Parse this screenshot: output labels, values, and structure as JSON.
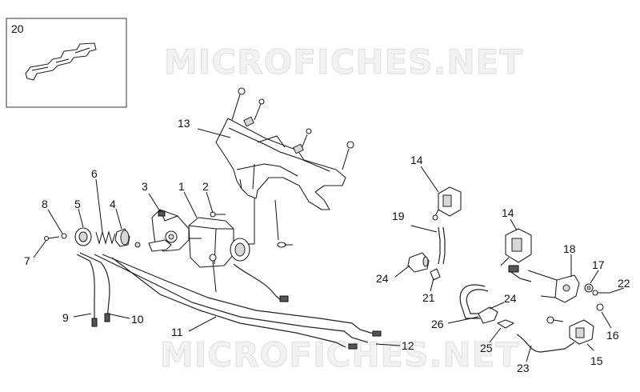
{
  "watermark": "MICROFICHES.NET",
  "inset_label": "20",
  "callouts": [
    "1",
    "2",
    "3",
    "4",
    "5",
    "6",
    "7",
    "8",
    "9",
    "10",
    "11",
    "12",
    "13",
    "14",
    "14",
    "15",
    "16",
    "17",
    "18",
    "19",
    "21",
    "22",
    "23",
    "24",
    "24",
    "25",
    "26"
  ]
}
